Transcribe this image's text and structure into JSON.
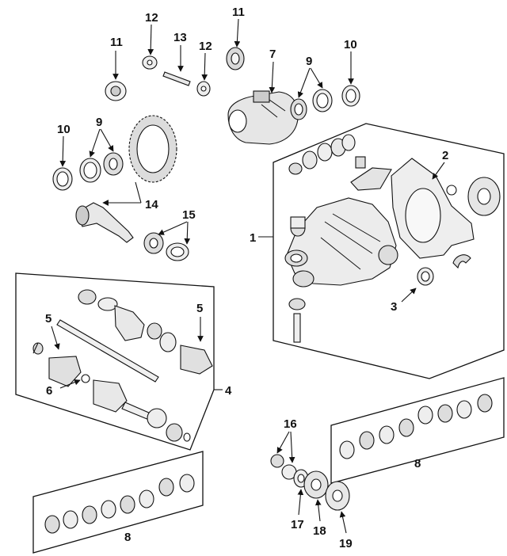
{
  "callouts": {
    "c1": "1",
    "c2": "2",
    "c3": "3",
    "c4": "4",
    "c5a": "5",
    "c5b": "5",
    "c6": "6",
    "c7": "7",
    "c8a": "8",
    "c8b": "8",
    "c9a": "9",
    "c9b": "9",
    "c10a": "10",
    "c10b": "10",
    "c11a": "11",
    "c11b": "11",
    "c12a": "12",
    "c12b": "12",
    "c13": "13",
    "c14": "14",
    "c15": "15",
    "c16": "16",
    "c17": "17",
    "c18": "18",
    "c19": "19"
  }
}
